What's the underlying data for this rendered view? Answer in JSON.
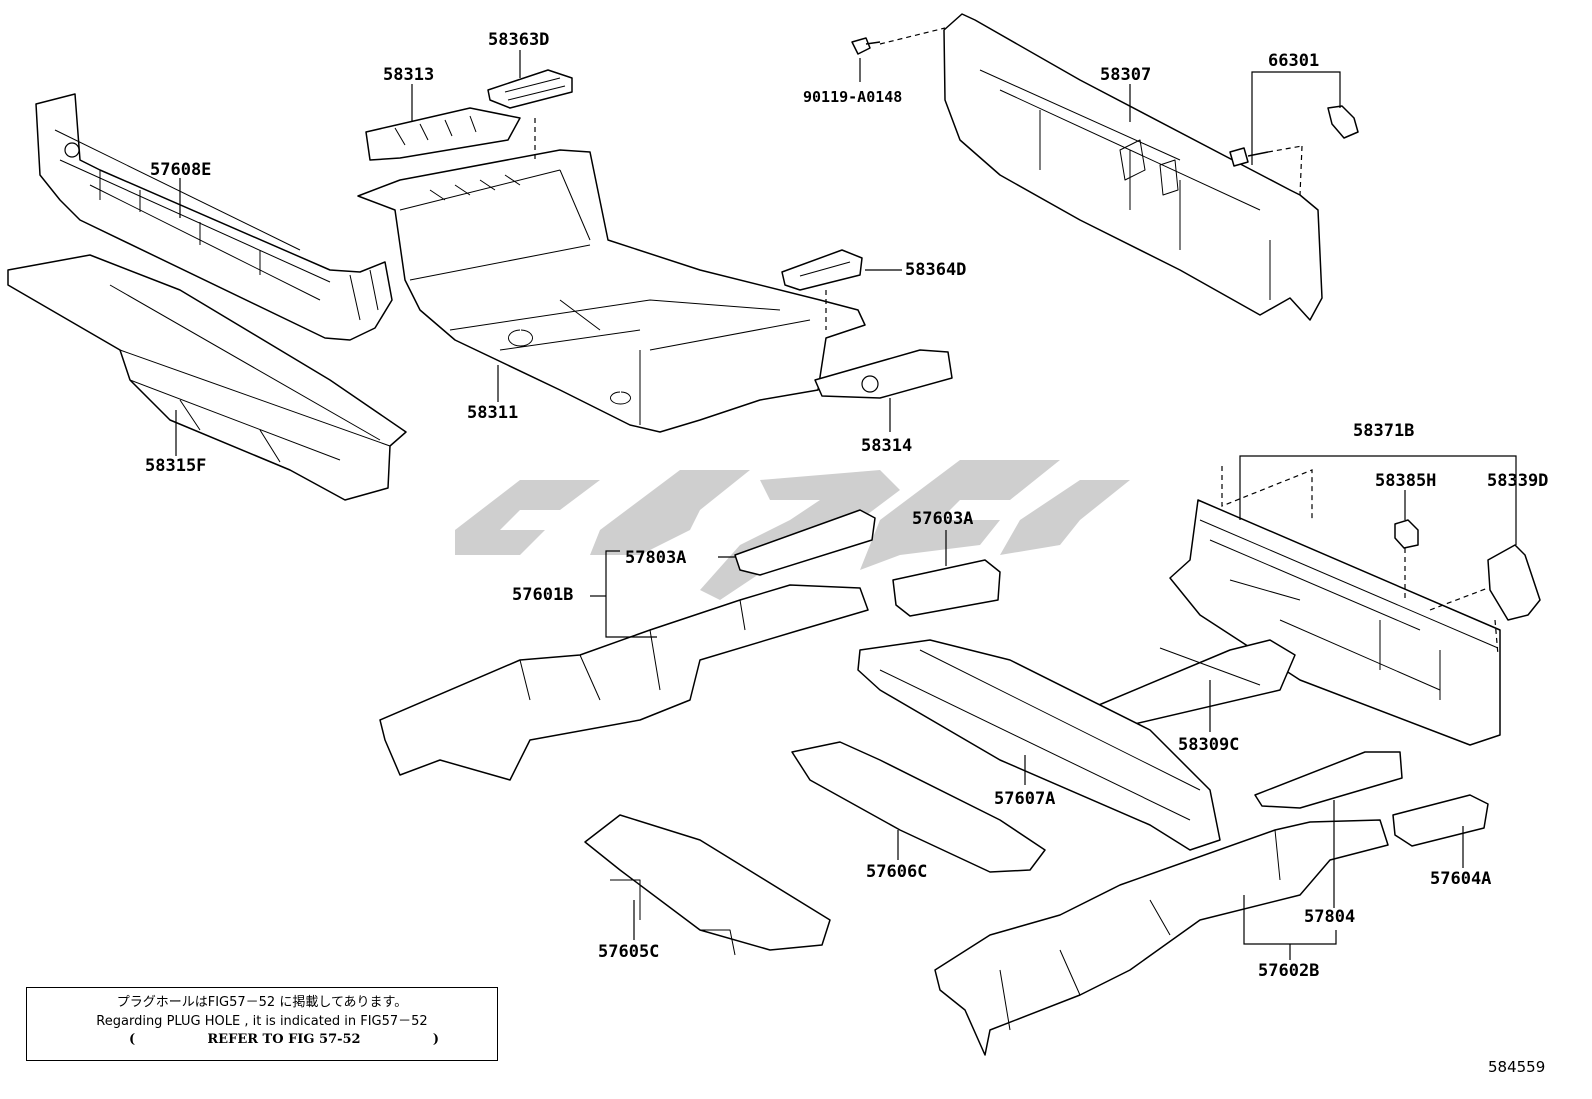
{
  "parts": {
    "p58363D": "58363D",
    "p58313": "58313",
    "p57608E": "57608E",
    "p58315F": "58315F",
    "p58311": "58311",
    "p58364D": "58364D",
    "p58314": "58314",
    "p90119": "90119-A0148",
    "p58307": "58307",
    "p66301": "66301",
    "p58371B": "58371B",
    "p58385H": "58385H",
    "p58339D": "58339D",
    "p57803A": "57803A",
    "p57603A": "57603A",
    "p57601B": "57601B",
    "p58309C": "58309C",
    "p57607A": "57607A",
    "p57606C": "57606C",
    "p57605C": "57605C",
    "p57804": "57804",
    "p57604A": "57604A",
    "p57602B": "57602B"
  },
  "note": {
    "jp": "プラグホールはFIG57－52 に掲載してあります。",
    "en": "Regarding  PLUG HOLE , it is indicated in FIG57－52",
    "ref_open": "(",
    "ref_text": "REFER TO FIG 57-52",
    "ref_close": ")"
  },
  "figure_id": "584559"
}
